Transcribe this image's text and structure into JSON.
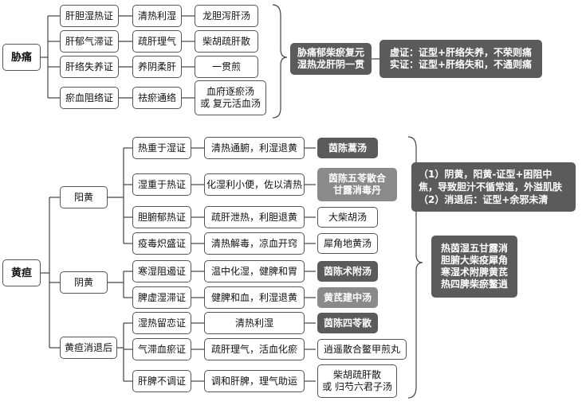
{
  "jaundice_watermark": "",
  "xietong": {
    "root": "胁痛",
    "rows": [
      {
        "syndrome": "肝胆湿热证",
        "method": "清热利湿",
        "formula": [
          "龙胆泻肝汤"
        ]
      },
      {
        "syndrome": "肝郁气滞证",
        "method": "疏肝理气",
        "formula": [
          "柴胡疏肝散"
        ]
      },
      {
        "syndrome": "肝络失养证",
        "method": "养阴柔肝",
        "formula": [
          "一贯煎"
        ]
      },
      {
        "syndrome": "瘀血阻络证",
        "method": "祛瘀通络",
        "formula": [
          "血府逐瘀汤",
          "或 复元活血汤"
        ]
      }
    ],
    "mnemonic": [
      "胁痛郁柴瘀复元",
      "湿热龙肝阴一贯"
    ],
    "summary": [
      "虚证：证型+肝络失养，不荣则痛",
      "实证：证型+肝络失和，不通则痛"
    ]
  },
  "huangdan": {
    "root": "黄疸",
    "groups": [
      {
        "name": "阳黄",
        "rows": [
          {
            "syndrome": "热重于湿证",
            "method": "清热通腑，利湿退黄",
            "formula": [
              "茵陈蒿汤"
            ],
            "style": "dark"
          },
          {
            "syndrome": "湿重于热证",
            "method": "化湿利小便，佐以清热",
            "formula": [
              "茵陈五苓散合",
              "甘露消毒丹"
            ],
            "style": "grey"
          },
          {
            "syndrome": "胆腑郁热证",
            "method": "疏肝泄热，利胆退黄",
            "formula": [
              "大柴胡汤"
            ],
            "style": "plain"
          },
          {
            "syndrome": "疫毒炽盛证",
            "method": "清热解毒，凉血开窍",
            "formula": [
              "犀角地黄汤"
            ],
            "style": "plain"
          }
        ]
      },
      {
        "name": "阴黄",
        "rows": [
          {
            "syndrome": "寒湿阻遏证",
            "method": "温中化湿，健脾和胃",
            "formula": [
              "茵陈术附汤"
            ],
            "style": "dark"
          },
          {
            "syndrome": "脾虚湿滞证",
            "method": "健脾和血，利湿退黄",
            "formula": [
              "黄芪建中汤"
            ],
            "style": "grey"
          }
        ]
      },
      {
        "name": "黄疸消退后",
        "rows": [
          {
            "syndrome": "湿热留恋证",
            "method": "清热利湿",
            "formula": [
              "茵陈四苓散"
            ],
            "style": "dark"
          },
          {
            "syndrome": "气滞血瘀证",
            "method": "疏肝理气，活血化瘀",
            "formula": [
              "逍遥散合鳖甲煎丸"
            ],
            "style": "plain"
          },
          {
            "syndrome": "肝脾不调证",
            "method": "调和肝脾，理气助运",
            "formula": [
              "柴胡疏肝散",
              "或 归芍六君子汤"
            ],
            "style": "plain"
          }
        ]
      }
    ],
    "note": [
      "（1）阴黄，阳黄-证型+困阻中",
      "焦，导致胆汁不循常道，外溢肌肤",
      "（2）消退后：证型+余邪未清"
    ],
    "mnemonic": [
      "热茵湿五甘露消",
      "胆腑大柴疫犀角",
      "寒湿术附脾黄芪",
      "热四脾柴瘀鳖逍"
    ]
  }
}
